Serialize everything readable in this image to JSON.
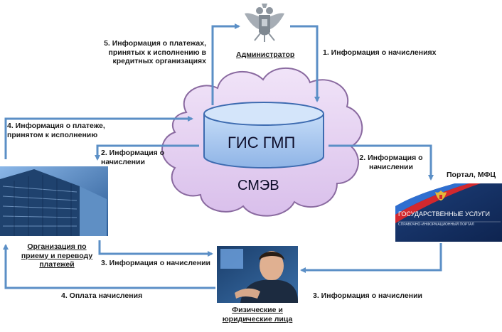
{
  "center": {
    "db_label": "ГИС ГМП",
    "cloud_label": "СМЭВ"
  },
  "nodes": {
    "admin": {
      "label": "Администратор",
      "icon": "russian-eagle-emblem"
    },
    "portal": {
      "label": "Портал, МФЦ",
      "screen_title": "ГОСУДАРСТВЕННЫЕ УСЛУГИ",
      "screen_subtitle": "СПРАВОЧНО-ИНФОРМАЦИОННЫЙ ПОРТАЛ"
    },
    "org": {
      "label_lines": [
        "Организация по",
        "приему и переводу",
        "платежей"
      ]
    },
    "persons": {
      "label_lines": [
        "Физические и",
        "юридические лица"
      ]
    }
  },
  "edges": {
    "e1": "1. Информация о начислениях",
    "e2_right_lines": [
      "2. Информация о",
      "начислении"
    ],
    "e2_left_lines": [
      "2. Информация о",
      "начислении"
    ],
    "e3_left": "3. Информация о начислении",
    "e3_right": "3. Информация о начислении",
    "e4_top_lines": [
      "4. Информация о платеже,",
      "принятом к исполнению"
    ],
    "e4_bottom": "4. Оплата начисления",
    "e5_lines": [
      "5. Информация о платежах,",
      "принятых к исполнению в",
      "кредитных организациях"
    ]
  },
  "colors": {
    "arrow": "#5b8fc6",
    "cloud_fill": "#e6d0f2",
    "cloud_stroke": "#8a6aa0",
    "db_fill": "#a9c8f0",
    "db_stroke": "#3d6bb0"
  }
}
